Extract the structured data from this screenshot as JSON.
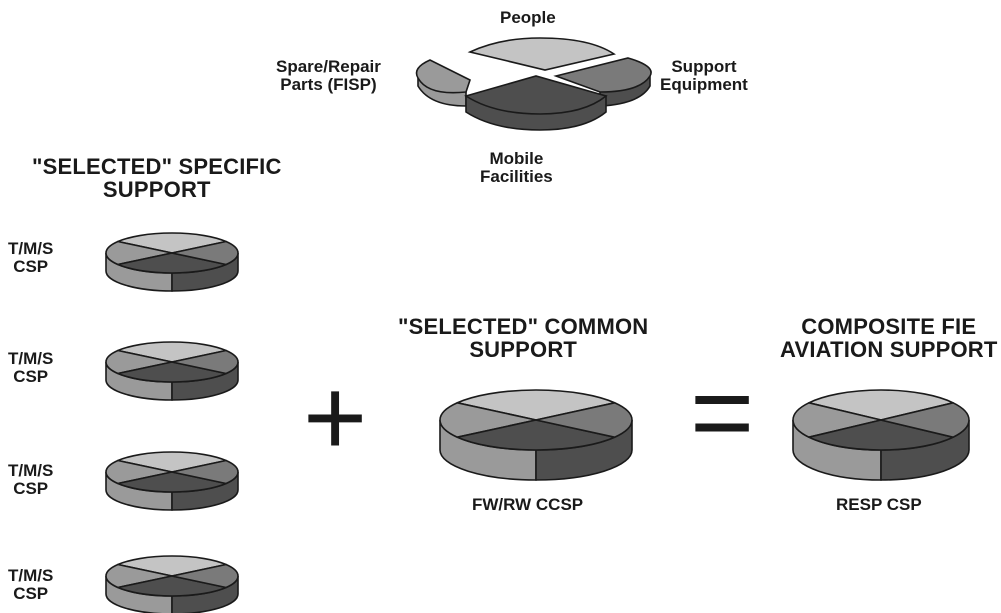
{
  "exploded_pie": {
    "people": "People",
    "spare_repair_line1": "Spare/Repair",
    "spare_repair_line2": "Parts (FISP)",
    "support_equipment_line1": "Support",
    "support_equipment_line2": "Equipment",
    "mobile_facilities_line1": "Mobile",
    "mobile_facilities_line2": "Facilities"
  },
  "specific_support": {
    "title_line1": "\"SELECTED\" SPECIFIC",
    "title_line2": "SUPPORT",
    "items": [
      {
        "line1": "T/M/S",
        "line2": "CSP"
      },
      {
        "line1": "T/M/S",
        "line2": "CSP"
      },
      {
        "line1": "T/M/S",
        "line2": "CSP"
      },
      {
        "line1": "T/M/S",
        "line2": "CSP"
      }
    ]
  },
  "plus_symbol": "+",
  "common_support": {
    "title_line1": "\"SELECTED\" COMMON",
    "title_line2": "SUPPORT",
    "caption": "FW/RW CCSP"
  },
  "equals_symbol": "=",
  "composite": {
    "title_line1": "COMPOSITE FIE",
    "title_line2": "AVIATION SUPPORT",
    "caption": "RESP CSP"
  },
  "colors": {
    "light": "#c4c4c4",
    "medium_light": "#9a9a9a",
    "medium": "#7a7a7a",
    "dark": "#4e4e4e",
    "outline": "#1a1a1a"
  }
}
